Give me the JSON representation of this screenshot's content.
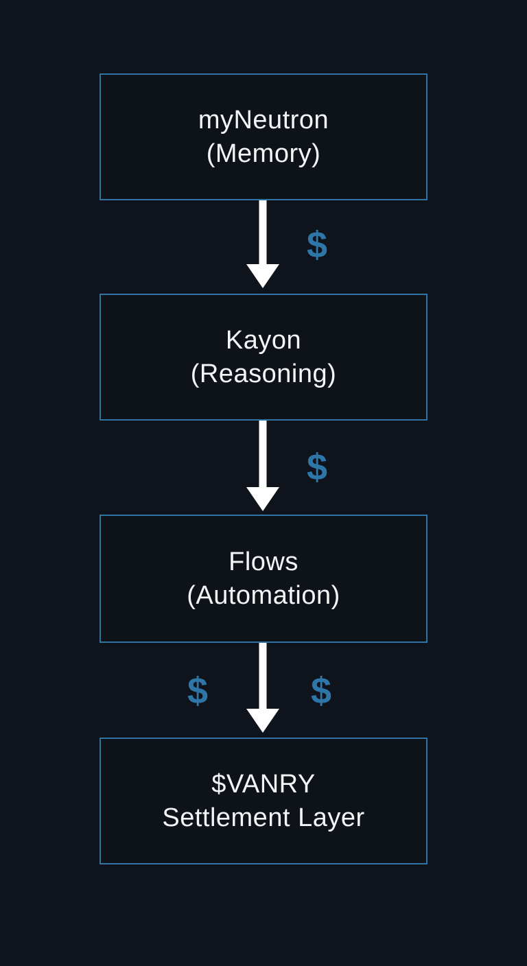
{
  "diagram": {
    "title": "token-flow-stack",
    "nodes": [
      {
        "line1": "myNeutron",
        "line2": "(Memory)"
      },
      {
        "line1": "Kayon",
        "line2": "(Reasoning)"
      },
      {
        "line1": "Flows",
        "line2": "(Automation)"
      },
      {
        "line1": "$VANRY",
        "line2": "Settlement Layer"
      }
    ],
    "connectors": [
      {
        "dollars": [
          "$"
        ]
      },
      {
        "dollars": [
          "$"
        ]
      },
      {
        "dollars": [
          "$",
          "$"
        ]
      }
    ],
    "colors": {
      "background": "#0f131c",
      "box_fill": "#0e1219",
      "border": "#2e75a6",
      "text": "#f4f5f7",
      "dollar": "#2f76a8",
      "arrow": "#ffffff"
    }
  }
}
